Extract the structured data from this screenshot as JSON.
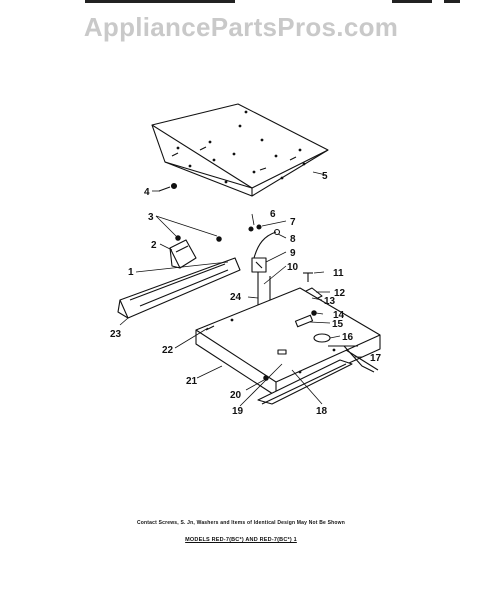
{
  "watermark": "AppliancePartsPros.com",
  "callouts": [
    "1",
    "2",
    "3",
    "4",
    "5",
    "6",
    "7",
    "8",
    "9",
    "10",
    "11",
    "12",
    "13",
    "14",
    "15",
    "16",
    "17",
    "18",
    "19",
    "20",
    "21",
    "22",
    "23",
    "24"
  ],
  "footnote": "Contact Screws, S. Jn, Washers and Items of Identical Design May Not Be Shown",
  "models_label": "MODELS RED-7(BC*) AND RED-7(BC*) 1"
}
